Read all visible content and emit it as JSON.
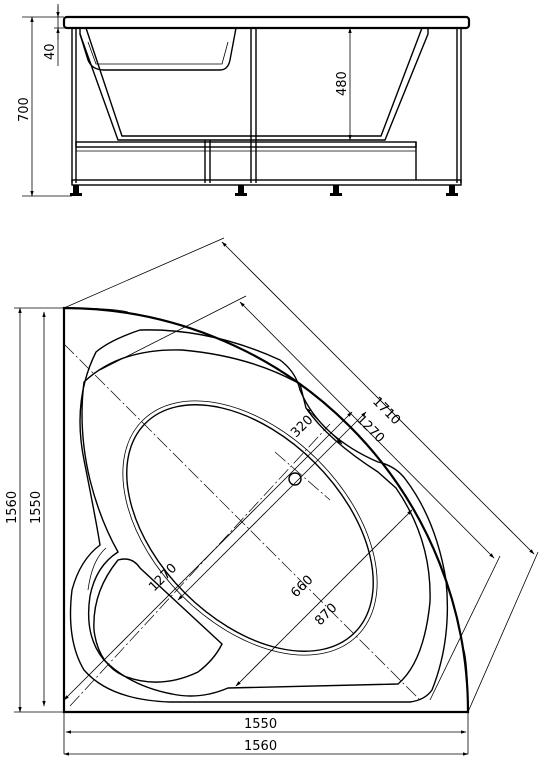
{
  "side_view": {
    "dim_height_total": "700",
    "dim_rim": "40",
    "dim_depth": "480"
  },
  "top_view": {
    "dim_diagonal_outer": "1710",
    "dim_diagonal_inner": "1270",
    "dim_overflow": "320",
    "dim_bowl_length": "1270",
    "dim_bowl_width": "660",
    "dim_bowl_width_outer": "870",
    "dim_side_left_outer": "1560",
    "dim_side_left_inner": "1550",
    "dim_bottom_inner": "1550",
    "dim_bottom_outer": "1560"
  }
}
